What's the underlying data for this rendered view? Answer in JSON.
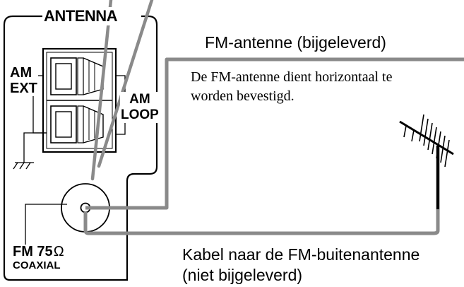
{
  "panel": {
    "antenna_label": "ANTENNA",
    "am_ext_line1": "AM",
    "am_ext_line2": "EXT",
    "am_loop_line1": "AM",
    "am_loop_line2": "LOOP",
    "fm_label": "FM 75",
    "ohm_symbol": "Ω",
    "coaxial_label": "COAXIAL"
  },
  "callouts": {
    "fm_antenna_title": "FM-antenne (bijgeleverd)",
    "fm_antenna_note_line1": "De FM-antenne dient horizontaal te",
    "fm_antenna_note_line2": "worden bevestigd.",
    "outdoor_cable_line1": "Kabel naar de FM-buitenantenne",
    "outdoor_cable_line2": "(niet bijgeleverd)"
  },
  "colors": {
    "ink": "#000000",
    "wire": "#8a8a8a",
    "background": "#ffffff"
  }
}
